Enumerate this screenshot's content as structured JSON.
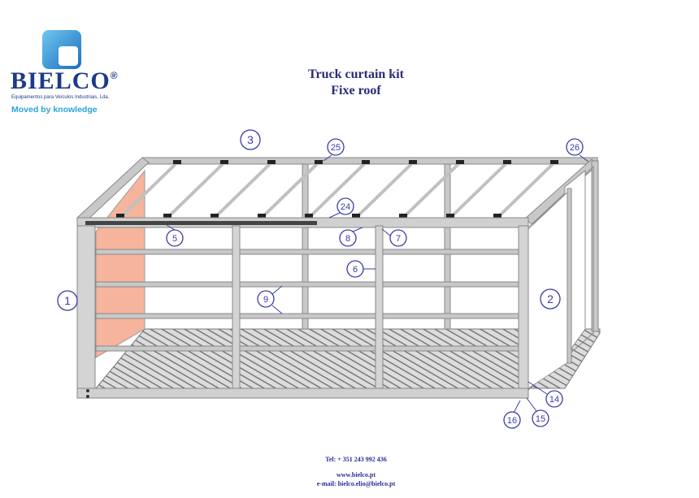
{
  "logo": {
    "brand": "BIELCO",
    "registered": "®",
    "subtitle": "Equipamentos para Veículos Industriais, Lda.",
    "slogan": "Moved by knowledge"
  },
  "header": {
    "title": "Truck curtain kit",
    "subtitle": "Fixe roof"
  },
  "callouts": [
    "1",
    "2",
    "3",
    "5",
    "6",
    "7",
    "8",
    "9",
    "14",
    "15",
    "16",
    "24",
    "25",
    "26"
  ],
  "footer": {
    "tel": "Tel: + 351 243 992 436",
    "web": "www.bielco.pt",
    "email": "e-mail: bielco.elio@bielco.pt"
  },
  "colors": {
    "accent": "#3a3aa8",
    "panel": "#f6b49c",
    "frame": "#c8c8c8"
  }
}
